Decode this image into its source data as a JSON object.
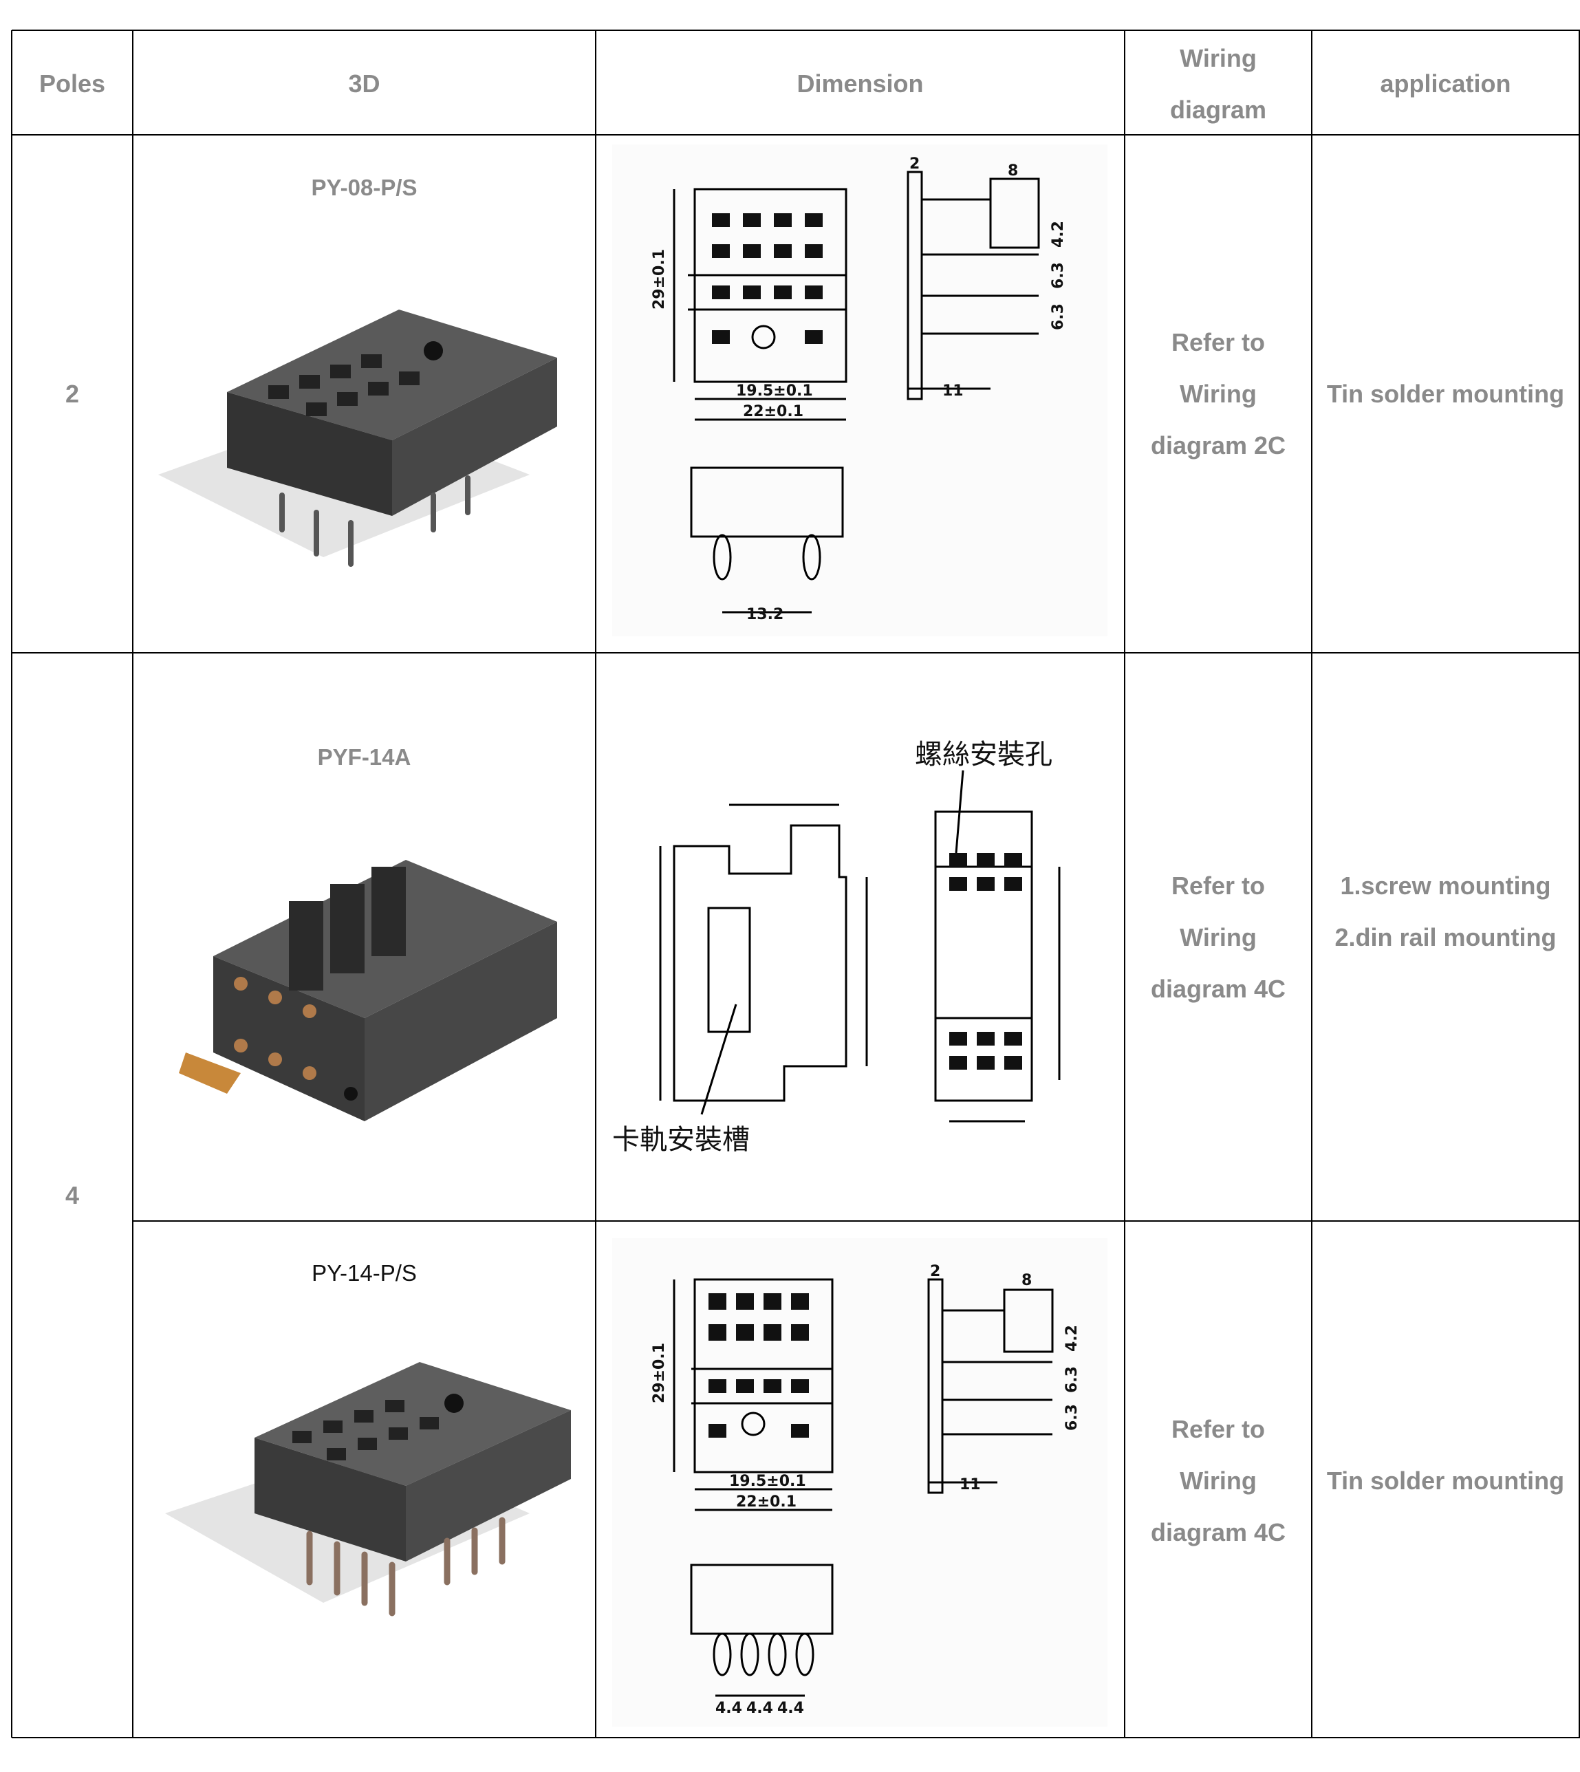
{
  "headers": {
    "poles": "Poles",
    "model_3d": "3D",
    "dimension": "Dimension",
    "wiring_line1": "Wiring",
    "wiring_line2": "diagram",
    "application": "application"
  },
  "rows": [
    {
      "poles": "2",
      "model": "PY-08-P/S",
      "wiring": [
        "Refer to",
        "Wiring",
        "diagram 2C"
      ],
      "application": [
        "Tin solder mounting"
      ],
      "dims": {
        "height": "29±0.1",
        "inner_width": "19.5±0.1",
        "outer_width": "22±0.1",
        "pin_gap": "13.2",
        "side_top": "2",
        "side_pin": "8",
        "side_base": "11",
        "pitch_a": "4.2",
        "pitch_b": "6.3",
        "pitch_c": "6.3"
      }
    },
    {
      "poles": "4",
      "model": "PYF-14A",
      "wiring": [
        "Refer to",
        "Wiring",
        "diagram 4C"
      ],
      "application": [
        "1.screw mounting",
        "2.din rail mounting"
      ],
      "callouts": {
        "screw_hole": "螺絲安裝孔",
        "rail_slot": "卡軌安裝槽"
      }
    },
    {
      "model": "PY-14-P/S",
      "wiring": [
        "Refer to",
        "Wiring",
        "diagram 4C"
      ],
      "application": [
        "Tin solder mounting"
      ],
      "dims": {
        "height": "29±0.1",
        "inner_width": "19.5±0.1",
        "outer_width": "22±0.1",
        "pin_pitch": "4.4",
        "side_top": "2",
        "side_pin": "8",
        "side_base": "11",
        "pitch_a": "4.2",
        "pitch_b": "6.3",
        "pitch_c": "6.3"
      }
    }
  ],
  "colors": {
    "header_text": "#8a8a8a",
    "border": "#000000",
    "product_body": "#3a3a3a",
    "terminal": "#b07a4a"
  }
}
